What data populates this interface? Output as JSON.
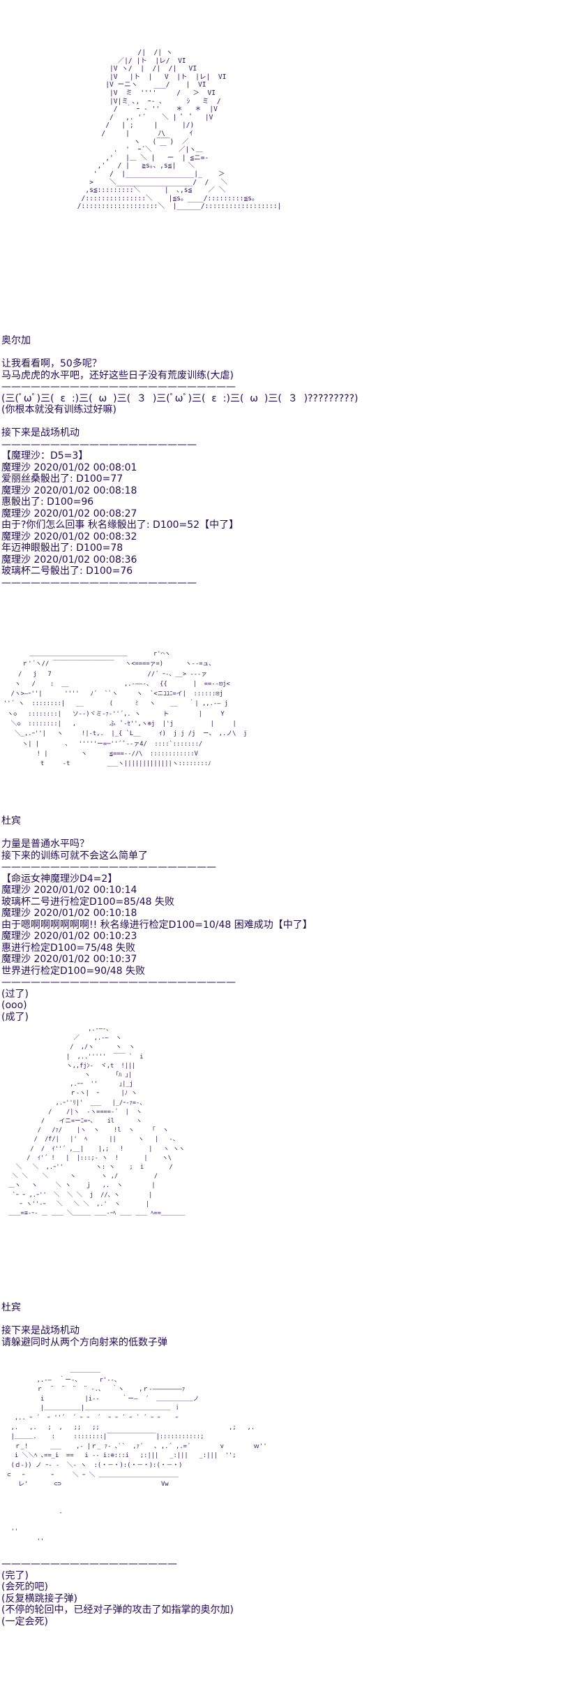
{
  "panel1": {
    "art": "                /|  /| ヽ\n           ／|/ |ト  |レ/  VI\n         |V ヽ/  |  /|  /|   VI\n         |V   |ト  |   V  |ト  |レ|  VI\n        |V ーニヽ    ___/    |  VI\n         |V  ミ  ''''     /   ＞  VI\n         |V|ミ ､,  ｰ‐ ､      ｼ   ミ  /\n          /  ｀ ｰ ‐ ''    ＊   ＊  |V\n         /   ,. '´    ＼ | ﾟ  ﾟ   |V\n        /   | ;     |      |/)\n       /     |       ﾉ\\      ｲ\n               ヽ   (￣￣)  ／\n          .  '  ｰ´＼  ￣   ／|ヽ＿\n        ,'   |＿ ＼ |   ー  | ≦ニ=-\n      ,'   / |   ≧s。、,s≦|   ＼\n     '   /  |_________________|_    ＞\n    >    ＼___________________/  /   ＼\n   ,s≦:::::::::＼      |  ､,s≦    ／ ＼\n  /:::::::::::::::＼    |≦s。____/:::::::::≦s。\n /:::::::::::::::::::＼  |______/::::::::::::::::::|",
    "speaker": "奥尔加",
    "lines": [
      "让我看看啊，50多呢？",
      "马马虎虎的水平吧，还好这些日子没有荒废训练(大虐)",
      "————————————————————————",
      "(三(ﾟωﾟ)三(  ε  :)三(  ω  )三(  ３  )三(ﾟωﾟ)三(  ε  :)三(  ω  )三(  ３  )?????????)",
      "(你根本就没有训练过好嘛)",
      "",
      "接下来是战场机动",
      "————————————————————",
      "【魔理沙：D5=3】",
      "魔理沙 2020/01/02 00:08:01",
      "爱丽丝桑骰出了: D100=77",
      "魔理沙 2020/01/02 00:08:18",
      "惠骰出了: D100=96",
      "魔理沙 2020/01/02 00:08:27",
      "由于?你们怎么回事 秋名缘骰出了: D100=52【中了】",
      "魔理沙 2020/01/02 00:08:32",
      "年迈神眼骰出了: D100=78",
      "魔理沙 2020/01/02 00:08:36",
      "玻璃杯二号骰出了: D100=76",
      "————————————————————"
    ]
  },
  "panel2": {
    "art": "       ＿＿＿＿＿＿＿＿＿＿＿＿＿＿＿＿       r'⌒ヽ\n     ｒ'´ヽ// ￣￣￣￣￣￣￣￣￣￣   ヽ<====ァ=)      ヽ--=ュ、\n    /   j   7                          //´ ｰ-、__> -‐‐ァ\n   ヽ   /    :  __               ,.-――-、  {{       |  ==--⊡j<\n  /ヽ>―ｰ''|      ''''   ﾉ´  ``ヽ     ヽ  `<ニﾕﾕﾆ=イ|  ::::::⊡j\n''´ ヽ  ::::::::|   __       (      ﾐ   ヽ    __   ｀| ,,.-― j\n ヽ◇   ::::::::|   ソ--)ヾミ-ｧ-''´,. ヽ      ト        |     Y\n  ＼◇  ::::::::|   ,         ふ  ﾟ-ｾ'',ヽ⊕j  |'j          |     |\n   ＼_,.ｰ''|   ヽ     !|-t,.  |_{ `L__     ｲ)  j j /j  ー、 ,.ノ\\  j\n     ヽ| |       、  '''''ー=─''´ ﾟ--ァ4/  ::::`:::::::/\n         ! |         ヽ      ≦===-‐//\\  ::::::::::::V\n          t     -t          ___ヽ|||||||||||||ヽ::::::::ﾉ",
    "speaker": "杜宾",
    "lines": [
      "力量是普通水平吗？",
      "接下来的训练可就不会这么简单了",
      "——————————————————————",
      "【命运女神魔理沙D4=2】",
      "魔理沙 2020/01/02 00:10:14",
      "玻璃杯二号进行检定D100=85/48 失败",
      "魔理沙 2020/01/02 00:10:18",
      "由于嗯啊啊啊啊啊啊!! 秋名缘进行检定D100=10/48 困难成功【中了】",
      "魔理沙 2020/01/02 00:10:23",
      "惠进行检定D100=75/48 失败",
      "魔理沙 2020/01/02 00:10:37",
      "世界进行检定D100=90/48 失败",
      "————————————————————————",
      "(过了)",
      "(ooo)",
      "(成了)"
    ]
  },
  "panel3": {
    "art": "                        ,.-―-、\n                    ／    ,.-―  ヽ\n                   /  ,/ヽ      ヽ  ヽ\n                  |  ,..'''''  ￣￣ `  i\n                  ヽ,,fjﾝ-  ヾ,t  !|||\n                       ヽ       ｢ﾊ ｣|\n                   ,.ｰｰ  ''      ｣|_j\n                   ｒ-ヽ|  ｰ      |ﾉ ヽ\n               ,.ｰ''ﾘ|'  ___   |_/ｰ-ｧ=-、\n             /    /|ヽ  -ヽ====-´  |  ヽ\n           /    イニ=ーﾆ=ｰ、   il      ヽ\n          /   /ｧ/    |ヽ  ヽ    !l  ヽ     ｢  ヽ\n         /  /f/|   |'  ﾍ      ||      ヽ   |   -、\n        /  /  ｲ''´ ,__|    |,;   !       |   ヽ ヽヽ\n       /  ｲ'´ !   |  |:::;- ヽ  !       |    ヽ\\\n    ＼   ＼  ,.ｰ''         ヽ: ヽ    ;  i       /\n   ＼ ＼    ＼      ヽ       ヽ ,/          /\n  ＿ヽ   ヽ     ＼ ヽ    ｊ   ,.  ヽ        |\n   `ｰ ｰ ,.ｰ''  ＼  ＼ ＼  j  //、ヽ        |\n     ｰ ヽ''-ｰ   ＼   ＼ ＼  ,.'  ヽ       |\n  ＿＿=≡-ｰ- ＿ ＿＿ ＼＿＿＿ ＿＿-ｰﾍ ＿＿ ＿＿ ﾍ==＿＿＿＿",
    "speaker": "杜宾",
    "lines": [
      "接下来是战场机动",
      "请躲避同时从两个方向射来的低数子弹"
    ]
  },
  "panel4": {
    "art": "                  ＿＿＿＿＿\n         ,.-―  ｀ー-、     r'‐-、\n         ｒ  ¨  ¨  ¨  ¨ -.、  ｀ヽ    ,ｒ-――――――――ｧ\n          i           |i--      ｀ー―  ´  ＿＿＿＿＿＿ノ\n          |＿＿＿＿＿＿|＿＿＿＿＿＿＿＿＿＿＿＿＿＿ ｉ\n   ,.. ｰ ´  ｰ ''´  ´ ｰ ｰ  ´  ｰ ｰ ´ ｰ ´ ´ ｰ ｰ    ｰ\n  ,.   ,.   ;  ,   ;;   ;;                                   ,;   ,.\n  |＿＿＿.    :     ::::::::|￣￣￣￣￣￣￣￣|:::::::::::;\n   ｒ_!      ___    ,- |ｒ_ ｧ- ､``  ,ｧ´   ､ ,.´ ,.=´        v        ｗ''\n   i ＼＼ﾍ ､==_i  ==   i -- i:⊕:::i   ;:|||   _:|||   _:|||  '';\n  (ｄ-)) ノ ｰ‐ -  ＼- ヽ  :(・－・):(・－・):(・－・)\n ⊂   ｰ       ｰ     ＼ ｰ ＼ ＿＿＿＿＿＿＿＿＿＿＿＿＿\n    レ'       ⊂⊃                           Vw\n\n\n               -\n\n  ''\n         ''",
    "lines": [
      "——————————————————",
      "(完了)",
      "(会死的吧)",
      "(反复横跳接子弹)",
      "(不停的轮回中，已经对子弹的攻击了如指掌的奥尔加)",
      "(一定会死)"
    ]
  }
}
